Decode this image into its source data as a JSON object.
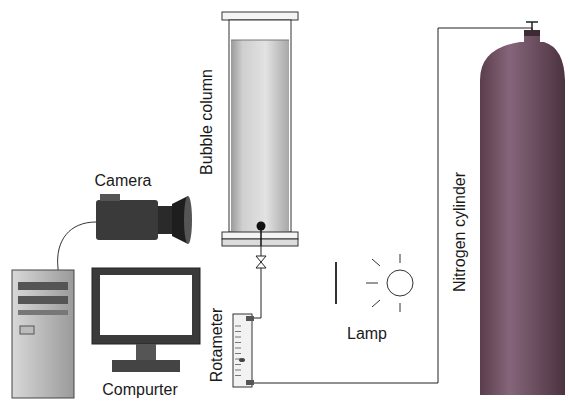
{
  "diagram": {
    "labels": [
      "Bubble column",
      "Nitrogen cylinder",
      "Camera",
      "Lamp",
      "Rotameter",
      "Compurter"
    ]
  }
}
